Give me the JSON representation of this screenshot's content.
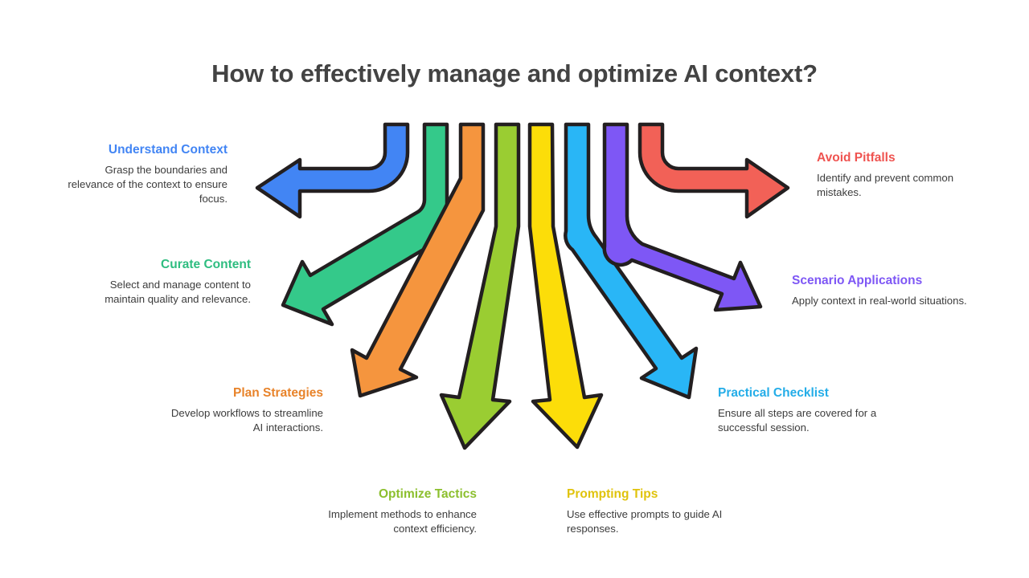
{
  "title": "How to effectively manage and optimize AI context?",
  "colors": {
    "title_text": "#434343",
    "body_text": "#3c3c3c",
    "outline": "#231f20",
    "background": "#ffffff"
  },
  "chart_data": {
    "type": "diagram",
    "title": "How to effectively manage and optimize AI context?",
    "layout": "fan-out arrows from common origin bar at top, four branches left and four branches right",
    "branch_count": 8,
    "branches": [
      {
        "id": "understand-context",
        "side": "left",
        "order": 1,
        "label": "Understand Context",
        "description": "Grasp the boundaries and relevance of the context to ensure focus.",
        "color": "#4285f4",
        "color_name": "blue",
        "direction": "left"
      },
      {
        "id": "curate-content",
        "side": "left",
        "order": 2,
        "label": "Curate Content",
        "description": "Select and manage content to maintain quality and relevance.",
        "color": "#34c98a",
        "color_name": "green",
        "direction": "down-left-shallow"
      },
      {
        "id": "plan-strategies",
        "side": "left",
        "order": 3,
        "label": "Plan Strategies",
        "description": "Develop workflows to streamline AI interactions.",
        "color": "#f5953e",
        "color_name": "orange",
        "direction": "down-left-steep"
      },
      {
        "id": "optimize-tactics",
        "side": "left",
        "order": 4,
        "label": "Optimize Tactics",
        "description": "Implement methods to enhance context efficiency.",
        "color": "#9acd32",
        "color_name": "lime",
        "direction": "down"
      },
      {
        "id": "prompting-tips",
        "side": "right",
        "order": 4,
        "label": "Prompting Tips",
        "description": "Use effective prompts to guide AI responses.",
        "color": "#fcdd09",
        "color_name": "yellow",
        "label_color": "#e0c000",
        "direction": "down"
      },
      {
        "id": "practical-checklist",
        "side": "right",
        "order": 3,
        "label": "Practical Checklist",
        "description": "Ensure all steps are covered for a successful session.",
        "color": "#29b6f6",
        "color_name": "cyan",
        "direction": "down-right-steep"
      },
      {
        "id": "scenario-applications",
        "side": "right",
        "order": 2,
        "label": "Scenario Applications",
        "description": "Apply context in real-world situations.",
        "color": "#7e57f5",
        "color_name": "purple",
        "direction": "down-right-shallow"
      },
      {
        "id": "avoid-pitfalls",
        "side": "right",
        "order": 1,
        "label": "Avoid Pitfalls",
        "description": "Identify and prevent common mistakes.",
        "color": "#f26157",
        "color_name": "red",
        "direction": "right"
      }
    ]
  }
}
